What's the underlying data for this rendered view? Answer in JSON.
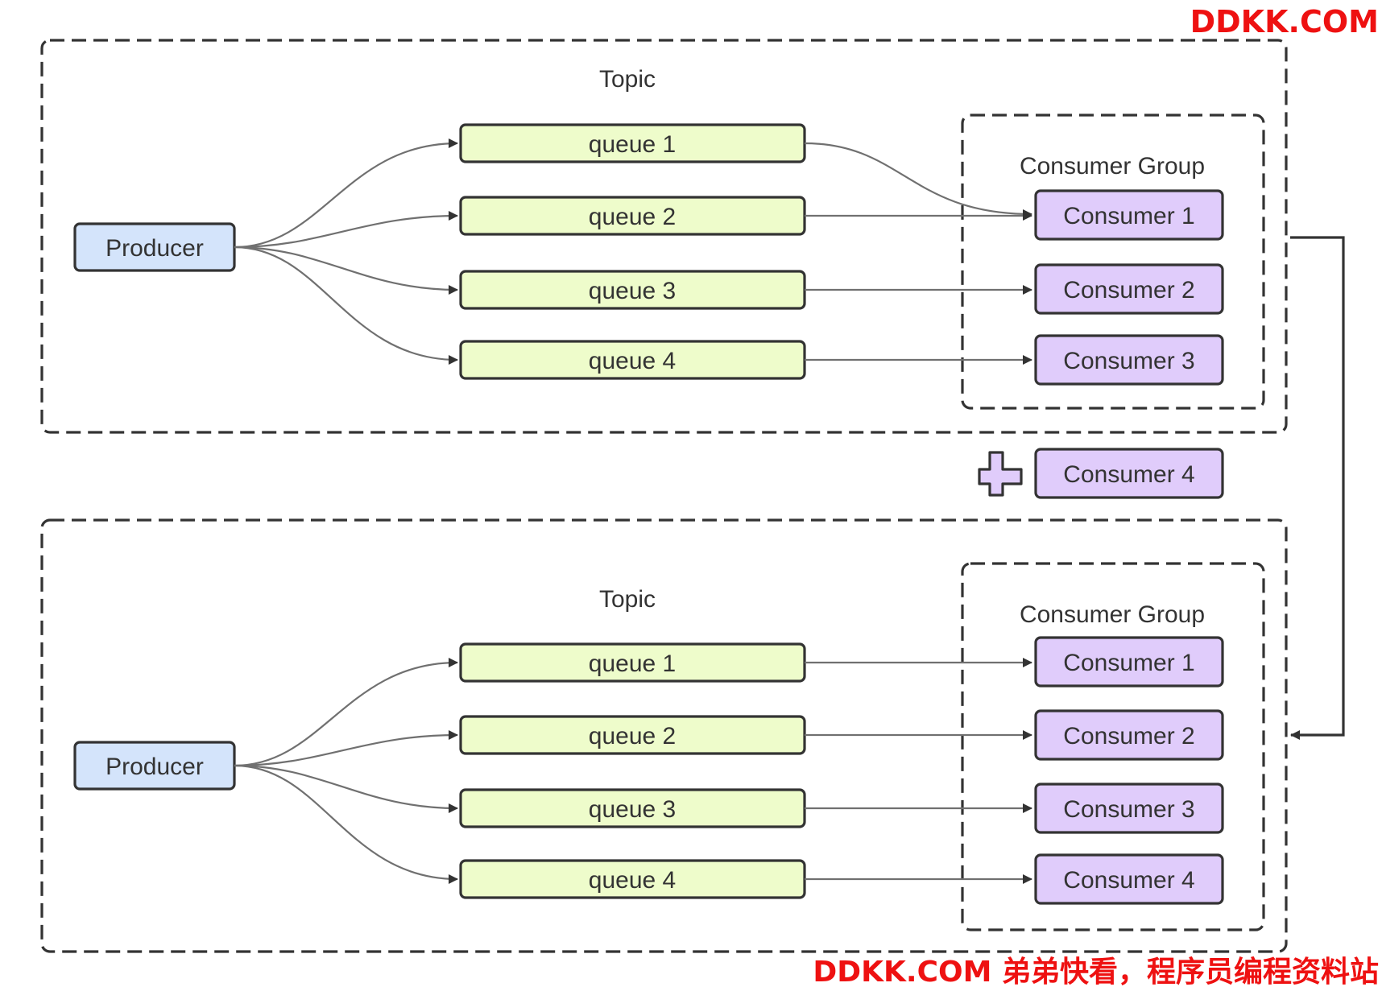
{
  "watermark": {
    "top": "DDKK.COM",
    "bottom": "DDKK.COM 弟弟快看，程序员编程资料站",
    "color": "#ee1111"
  },
  "colors": {
    "producer_fill": "#d4e4fb",
    "queue_fill": "#eefccb",
    "consumer_fill": "#e0ccfb",
    "stroke": "#333333",
    "connector": "#707070"
  },
  "plus_icon": "plus-icon",
  "before": {
    "topic_label": "Topic",
    "producer": "Producer",
    "queues": [
      "queue 1",
      "queue 2",
      "queue 3",
      "queue 4"
    ],
    "group_label": "Consumer Group",
    "consumers": [
      "Consumer 1",
      "Consumer 2",
      "Consumer 3"
    ],
    "routing": [
      {
        "queue": "queue 1",
        "consumer": "Consumer 1"
      },
      {
        "queue": "queue 2",
        "consumer": "Consumer 1"
      },
      {
        "queue": "queue 3",
        "consumer": "Consumer 2"
      },
      {
        "queue": "queue 4",
        "consumer": "Consumer 3"
      }
    ]
  },
  "added_consumer": "Consumer 4",
  "after": {
    "topic_label": "Topic",
    "producer": "Producer",
    "queues": [
      "queue 1",
      "queue 2",
      "queue 3",
      "queue 4"
    ],
    "group_label": "Consumer Group",
    "consumers": [
      "Consumer 1",
      "Consumer 2",
      "Consumer 3",
      "Consumer 4"
    ],
    "routing": [
      {
        "queue": "queue 1",
        "consumer": "Consumer 1"
      },
      {
        "queue": "queue 2",
        "consumer": "Consumer 2"
      },
      {
        "queue": "queue 3",
        "consumer": "Consumer 3"
      },
      {
        "queue": "queue 4",
        "consumer": "Consumer 4"
      }
    ]
  }
}
